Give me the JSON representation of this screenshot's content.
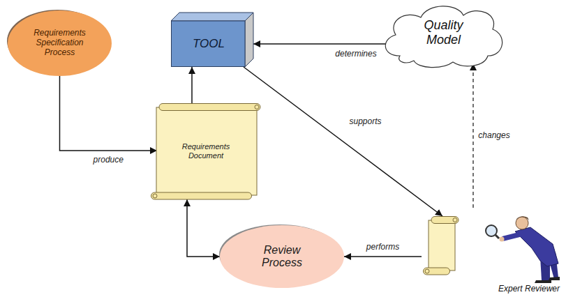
{
  "diagram": {
    "nodes": [
      {
        "text": [
          "Requirements Specification Process"
        ]
      },
      {
        "text": [
          "TOOL"
        ]
      },
      {
        "text": [
          "Quality Model"
        ]
      },
      {
        "text": [
          "Requirements Document"
        ]
      },
      {
        "text": [
          "Review Process"
        ]
      },
      {
        "text": [
          "Expert Reviewer"
        ]
      }
    ],
    "edges": [
      {
        "from": 0,
        "to": 3,
        "label": "produce",
        "arrow": "to"
      },
      {
        "from": 3,
        "to": 1,
        "arrow": "to"
      },
      {
        "from": 2,
        "to": 1,
        "label": "determines",
        "arrow": "to"
      },
      {
        "from": 1,
        "to": 5,
        "label": "supports",
        "arrow": "to"
      },
      {
        "from": 5,
        "to": 2,
        "label": "changes",
        "arrow": "to"
      },
      {
        "from": 5,
        "to": 4,
        "label": "performs",
        "arrow": "to"
      },
      {
        "from": 4,
        "to": 3,
        "arrow": "both"
      }
    ]
  }
}
